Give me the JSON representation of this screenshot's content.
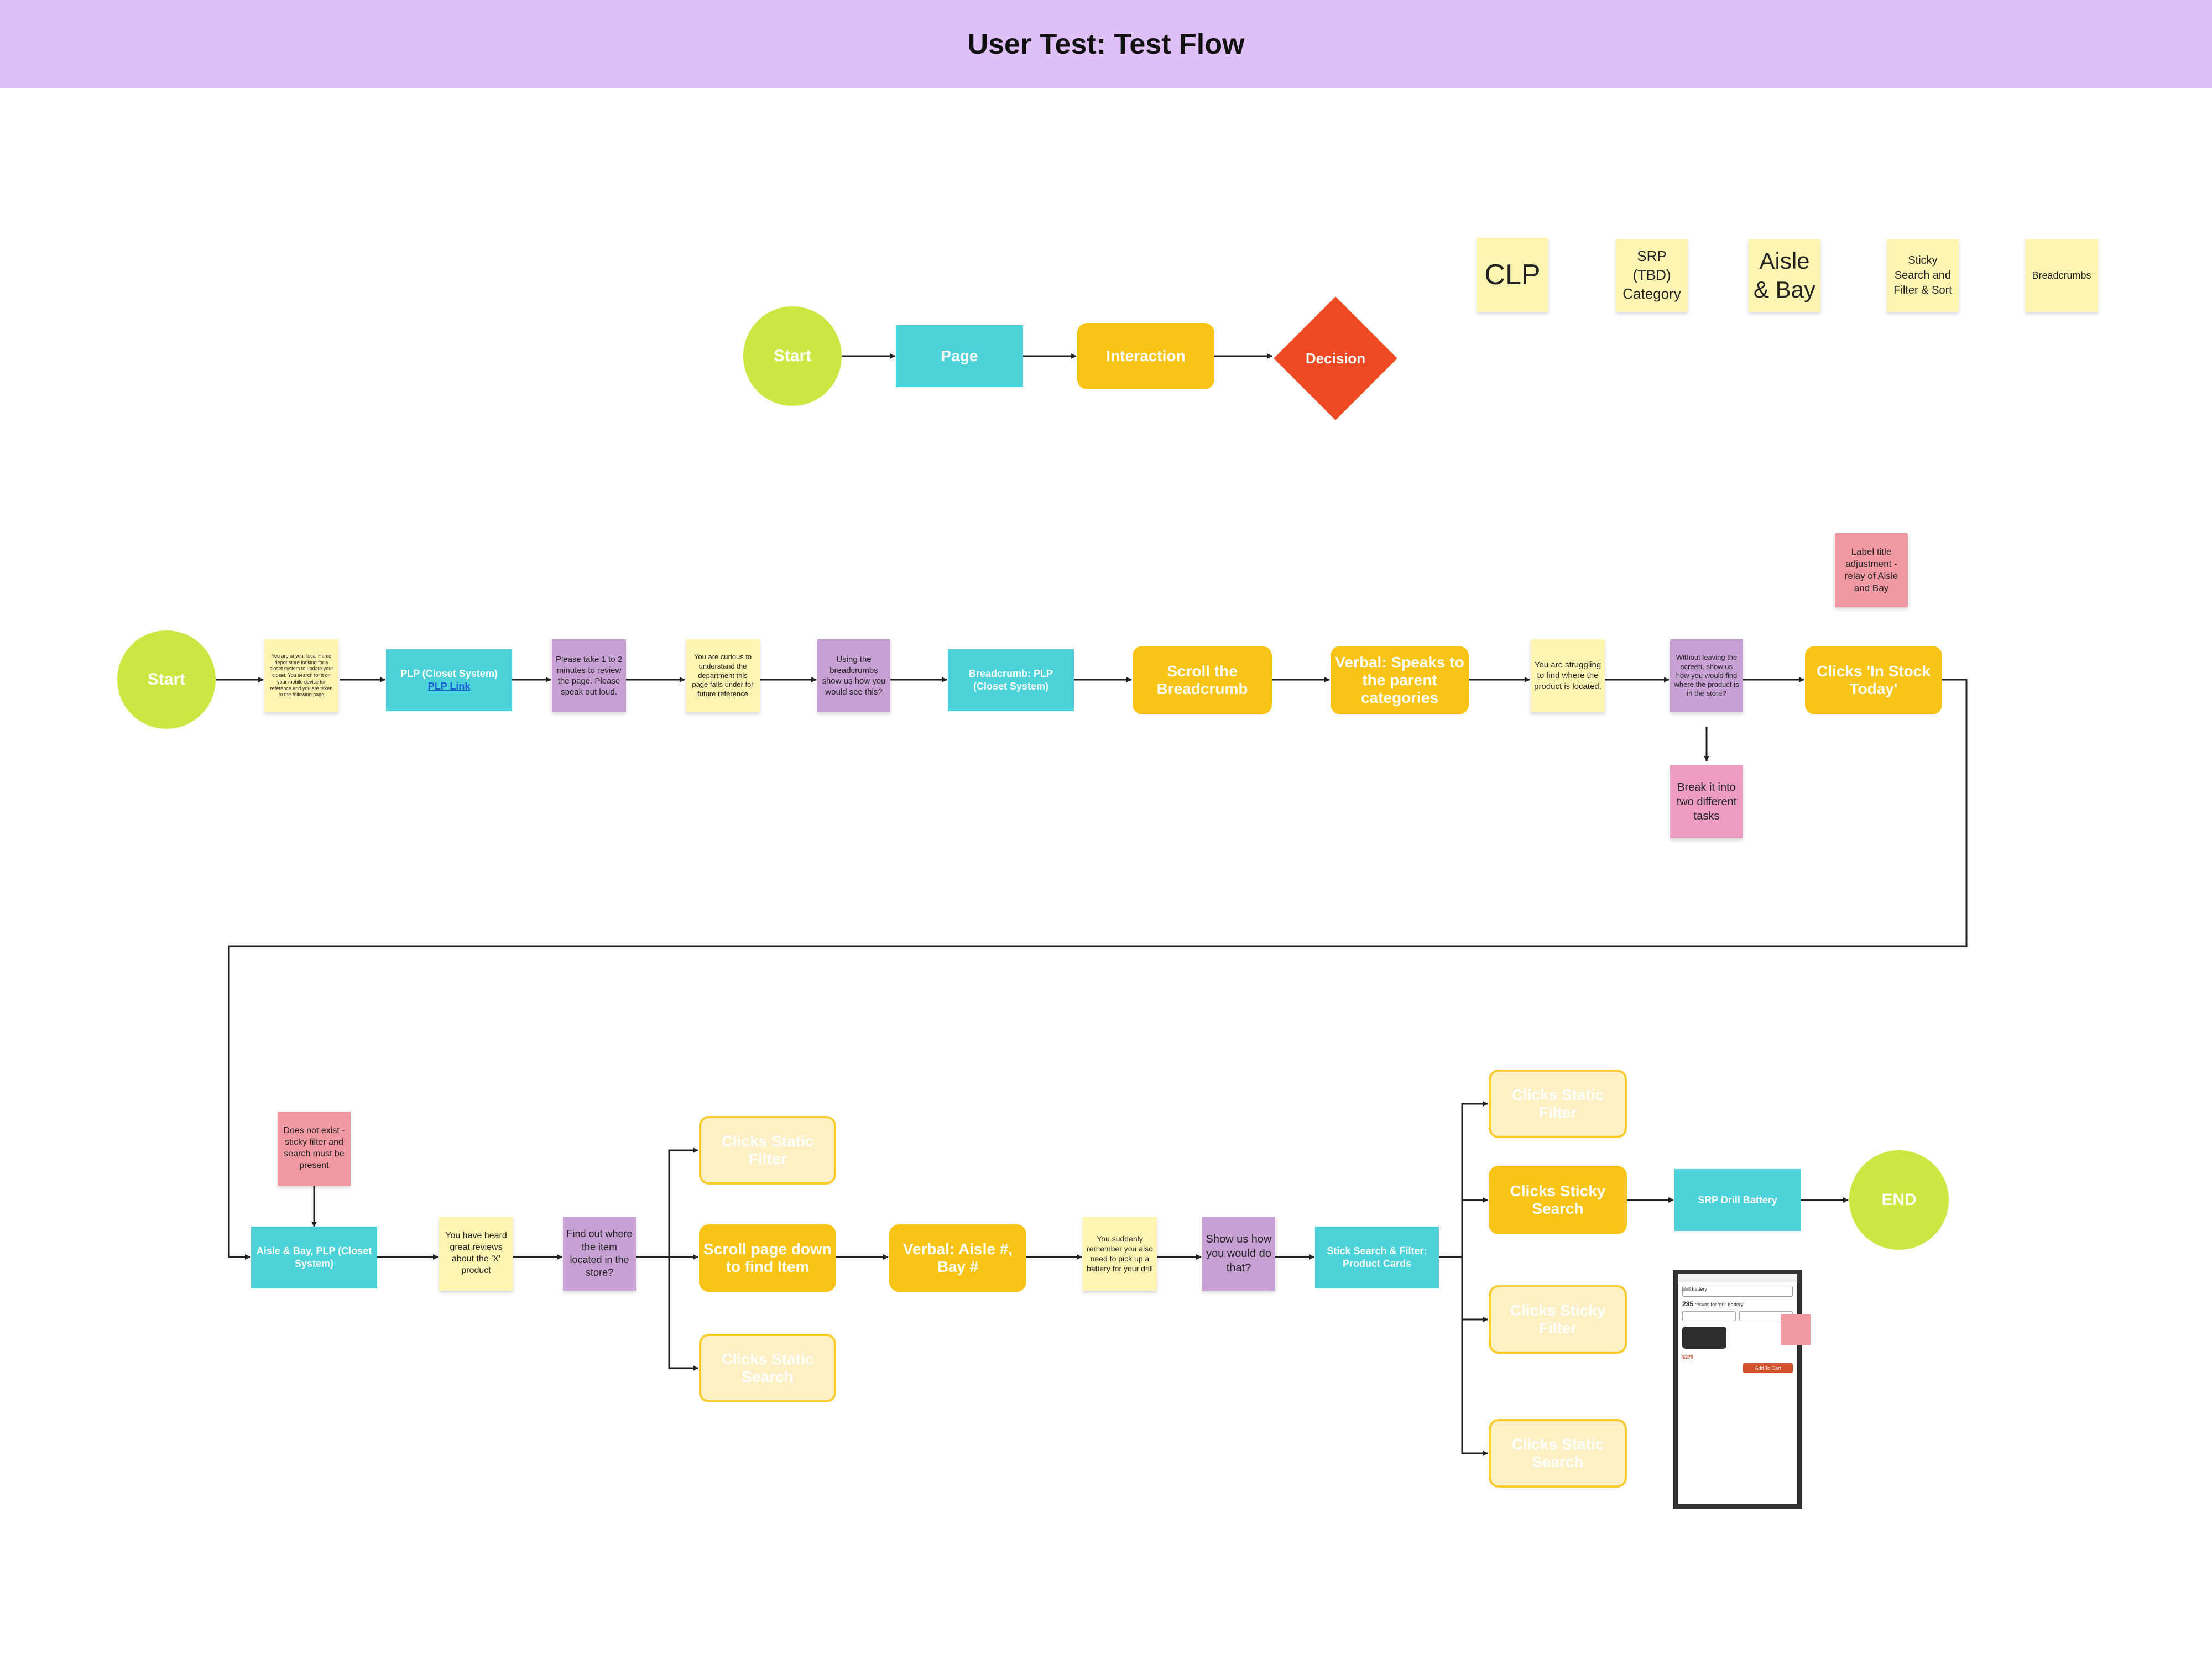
{
  "header": {
    "title": "User Test: Test Flow"
  },
  "legend": {
    "start": "Start",
    "page": "Page",
    "interaction": "Interaction",
    "decision": "Decision"
  },
  "categories": {
    "clp": "CLP",
    "srp": "SRP (TBD) Category",
    "aisle_bay": "Aisle & Bay",
    "sticky": "Sticky Search and Filter & Sort",
    "breadcrumbs": "Breadcrumbs"
  },
  "flow1": {
    "start": "Start",
    "scenario": "You are at your local Home depot store looking for a closet system to update your closet. You search for it on your mobile device for reference and you are taken to the following page",
    "plp": "PLP (Closet System)",
    "plp_link": "PLP Link",
    "review_note": "Please take 1 to 2 minutes to review the page. Please speak out loud.",
    "curious_note": "You are curious to understand the department this page falls under for future reference",
    "breadcrumbs_ask": "Using the breadcrumbs show us how you would see this?",
    "breadcrumb_page": "Breadcrumb: PLP (Closet System)",
    "scroll": "Scroll the Breadcrumb",
    "verbal": "Verbal: Speaks to the parent categories",
    "struggling": "You are struggling to find where the product is located.",
    "without_leaving": "Without leaving the screen, show us how you would find where the product is in the store?",
    "clicks_instock": "Clicks 'In Stock Today'",
    "label_note": "Label title adjustment - relay of Aisle and Bay",
    "break_note": "Break it into two different tasks"
  },
  "flow2": {
    "not_exist": "Does not exist - sticky filter and search must be present",
    "aisle_page": "Aisle & Bay, PLP (Closet System)",
    "heard": "You have heard great reviews about the 'X' product",
    "find_out": "Find out where the item located in the store?",
    "static_filter": "Clicks Static Filter",
    "scroll_down": "Scroll page down to find Item",
    "static_search": "Clicks Static Search",
    "verbal_aisle": "Verbal: Aisle #, Bay #",
    "suddenly": "You suddenly remember you also need to pick up a battery for your drill",
    "show_us": "Show us how you would do that?",
    "stick_page": "Stick Search & Filter: Product Cards",
    "r_static_filter": "Clicks Static Filter",
    "r_sticky_search": "Clicks Sticky Search",
    "r_sticky_filter": "Clicks Sticky Filter",
    "r_static_search": "Clicks Static Search",
    "srp": "SRP Drill Battery",
    "end": "END"
  },
  "phone": {
    "search_text": "drill battery",
    "results_count": "235",
    "results_label": "results for 'drill battery'",
    "price": "$279",
    "add_to_cart": "Add To Cart"
  },
  "colors": {
    "start": "#cde641",
    "page": "#4cd3d9",
    "interaction": "#f9c416",
    "decision": "#f04a24",
    "header": "#dfc0f6"
  }
}
